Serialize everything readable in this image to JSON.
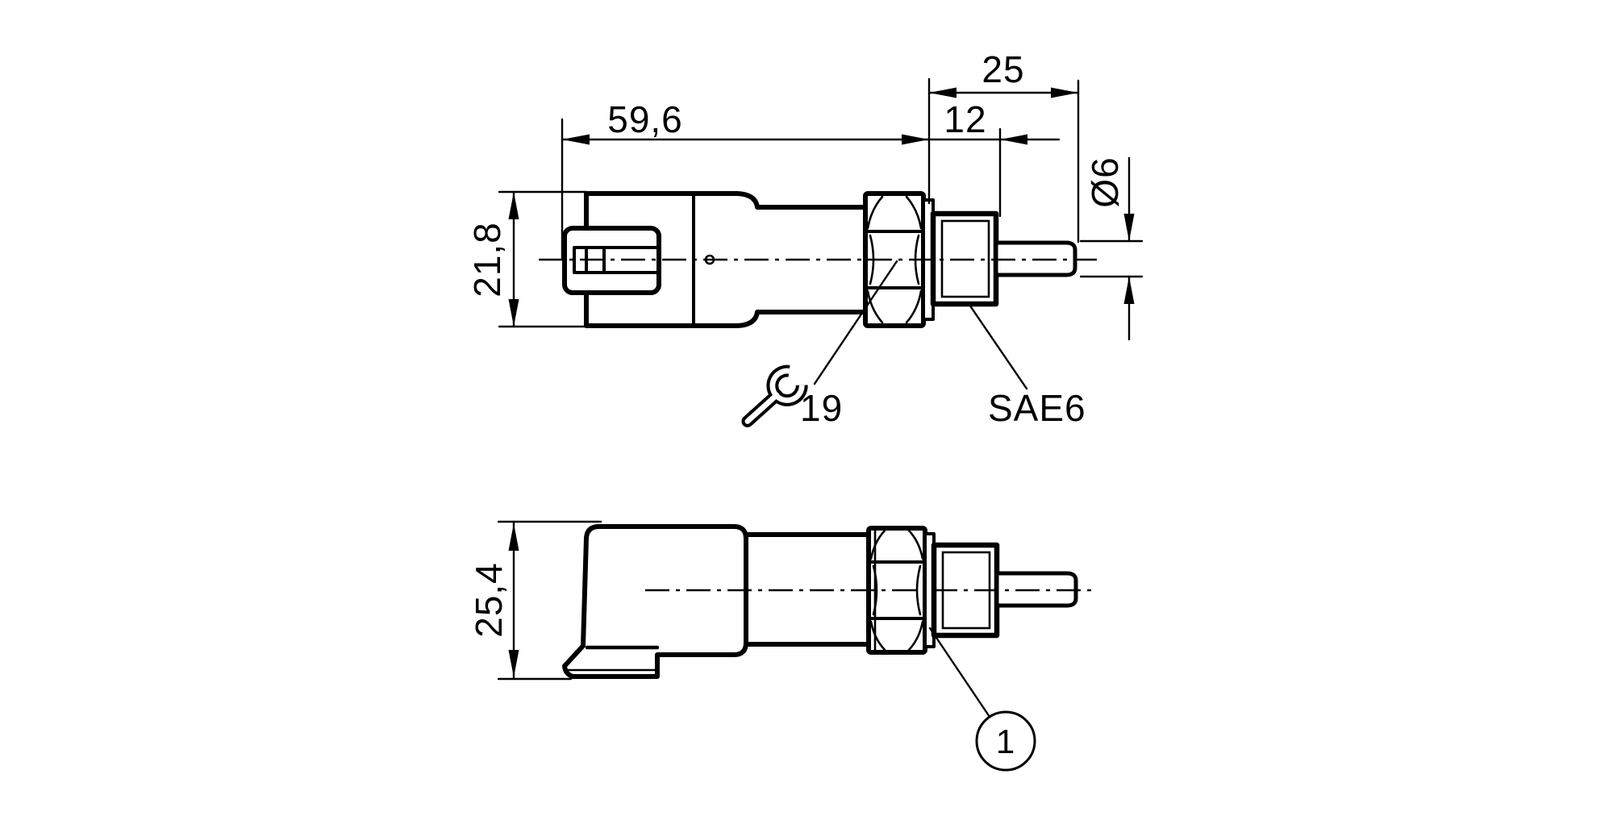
{
  "meta": {
    "drawing_type": "technical dimensional drawing",
    "views": [
      "side view with process connection",
      "top view of angled connector"
    ]
  },
  "labels": {
    "overall_length": "59,6",
    "tip_length": "25",
    "thread_length": "12",
    "probe_diameter": "Ø6",
    "body_height": "21,8",
    "connector_height": "25,4",
    "wrench_size": "19",
    "process_connection": "SAE6",
    "callout_1": "1"
  },
  "colors": {
    "line": "#000000",
    "background": "#ffffff"
  }
}
